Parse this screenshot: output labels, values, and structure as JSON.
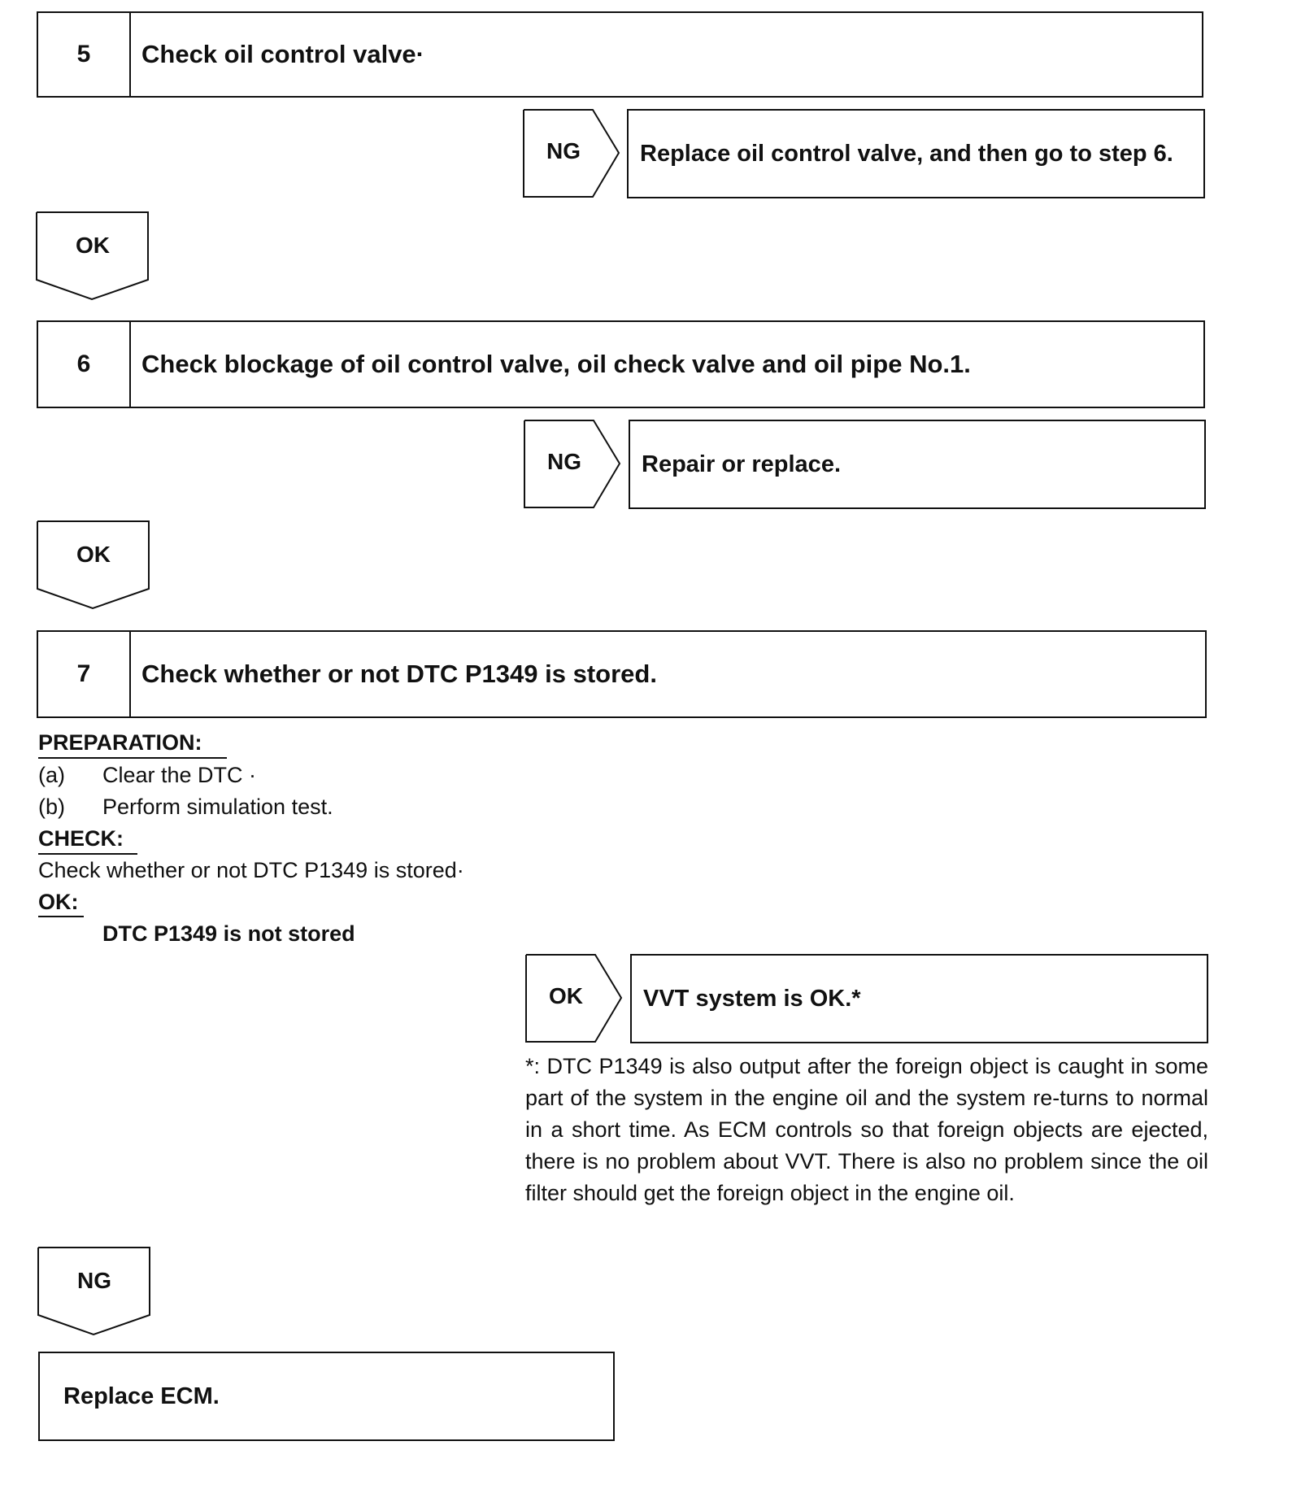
{
  "steps": [
    {
      "number": "5",
      "title": "Check oil control valve·",
      "ng_label": "NG",
      "ng_action": "Replace oil control valve, and then go to step 6.",
      "ok_label": "OK"
    },
    {
      "number": "6",
      "title": "Check blockage of oil control valve, oil check valve and oil pipe No.1.",
      "ng_label": "NG",
      "ng_action": "Repair or replace.",
      "ok_label": "OK"
    },
    {
      "number": "7",
      "title": "Check whether or not DTC P1349 is stored."
    }
  ],
  "step7": {
    "preparation_heading": "PREPARATION:",
    "preparation_items": [
      {
        "marker": "(a)",
        "text": "Clear the DTC ·"
      },
      {
        "marker": "(b)",
        "text": "Perform simulation test."
      }
    ],
    "check_heading": "CHECK:",
    "check_text": "Check whether or not DTC P1349 is stored·",
    "ok_heading": "OK:",
    "ok_text": "DTC P1349 is not stored",
    "ok_label": "OK",
    "ok_action": "VVT system is OK.*",
    "footnote": "*: DTC P1349 is also output after the foreign object is caught in some part of the system in the engine oil and the system re-turns to normal in a short time. As ECM controls so that foreign objects are ejected, there is no problem about VVT. There is also no problem since the oil filter should get the foreign object in the engine oil.",
    "ng_label": "NG",
    "ng_action": "Replace ECM."
  }
}
